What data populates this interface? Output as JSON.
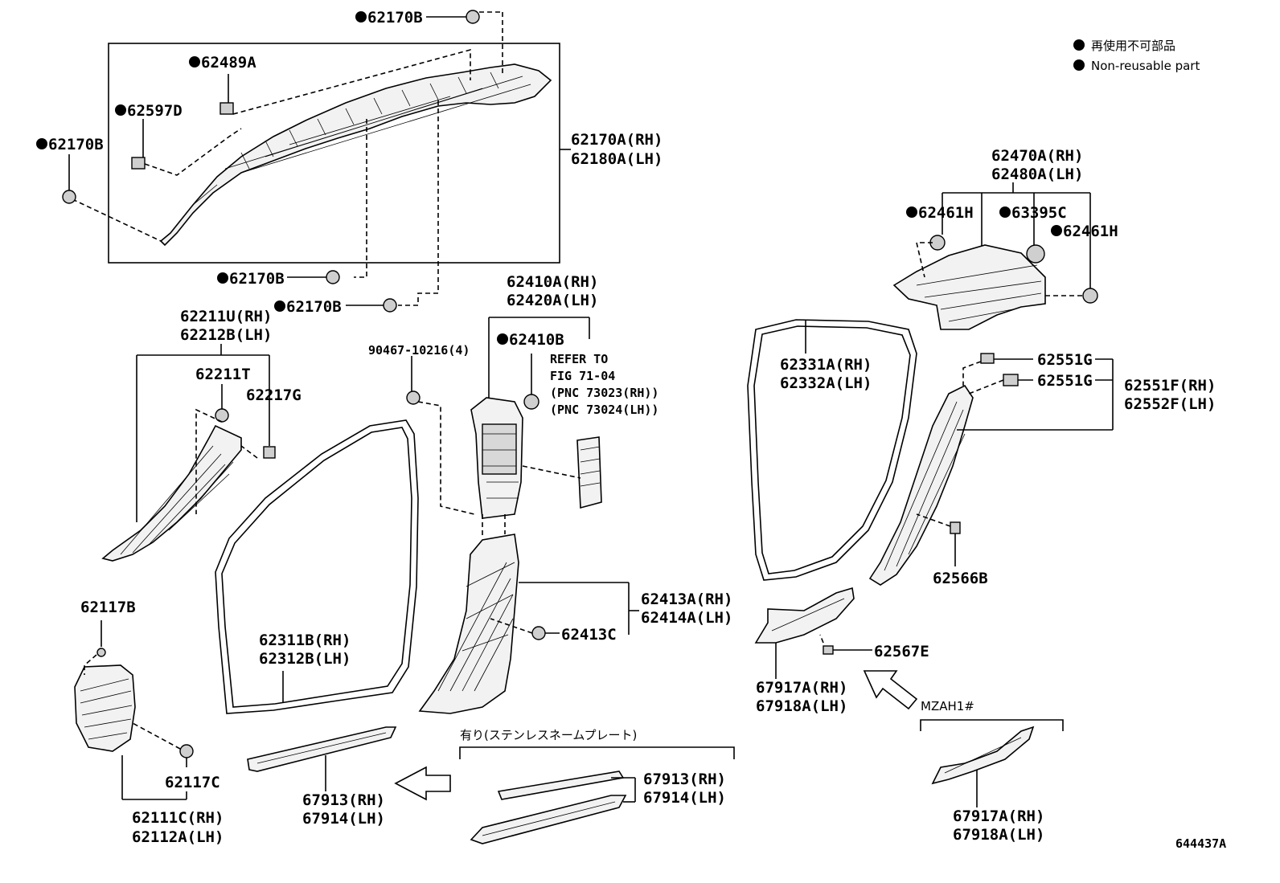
{
  "legend": {
    "item_jp": "再使用不可部品",
    "item_en": "Non-reusable part"
  },
  "figure_id": "644437A",
  "labels": {
    "p62170B_top": "62170B",
    "p62489A": "62489A",
    "p62597D": "62597D",
    "p62170B_left": "62170B",
    "p62170A_rh": "62170A(RH)",
    "p62180A_lh": "62180A(LH)",
    "p62170B_mid1": "62170B",
    "p62170B_mid2": "62170B",
    "p62211U_rh": "62211U(RH)",
    "p62212B_lh": "62212B(LH)",
    "p62211T": "62211T",
    "p62217G": "62217G",
    "p90467": "90467-10216(4)",
    "p62410A_rh": "62410A(RH)",
    "p62420A_lh": "62420A(LH)",
    "p62410B": "62410B",
    "refer1": "REFER TO",
    "refer2": "FIG 71-04",
    "refer3": "(PNC 73023(RH))",
    "refer4": "(PNC 73024(LH))",
    "p62470A_rh": "62470A(RH)",
    "p62480A_lh": "62480A(LH)",
    "p62461H_a": "62461H",
    "p63395C": "63395C",
    "p62461H_b": "62461H",
    "p62331A_rh": "62331A(RH)",
    "p62332A_lh": "62332A(LH)",
    "p62551G_a": "62551G",
    "p62551G_b": "62551G",
    "p62551F_rh": "62551F(RH)",
    "p62552F_lh": "62552F(LH)",
    "p62566B": "62566B",
    "p62117B": "62117B",
    "p62117C": "62117C",
    "p62111C_rh": "62111C(RH)",
    "p62112A_lh": "62112A(LH)",
    "p62311B_rh": "62311B(RH)",
    "p62312B_lh": "62312B(LH)",
    "p62413A_rh": "62413A(RH)",
    "p62414A_lh": "62414A(LH)",
    "p62413C": "62413C",
    "p62567E": "62567E",
    "p67917A_rh_a": "67917A(RH)",
    "p67918A_lh_a": "67918A(LH)",
    "mzah": "MZAH1#",
    "p67917A_rh_b": "67917A(RH)",
    "p67918A_lh_b": "67918A(LH)",
    "p67913_rh_a": "67913(RH)",
    "p67914_lh_a": "67914(LH)",
    "stainless_note": "有り(ステンレスネームプレート)",
    "p67913_rh_b": "67913(RH)",
    "p67914_lh_b": "67914(LH)"
  }
}
